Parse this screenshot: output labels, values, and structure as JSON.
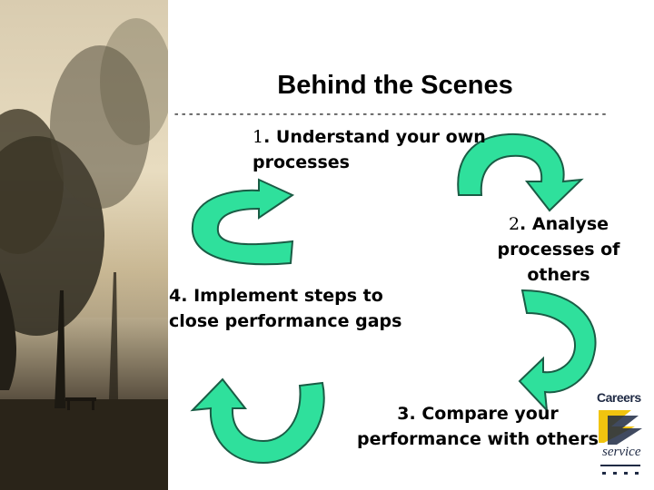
{
  "slide": {
    "title": "Behind the Scenes",
    "divider": "-------------------------------------------------------------"
  },
  "steps": {
    "step1": {
      "number": "1",
      "text": ". Understand your own processes"
    },
    "step2": {
      "number": "2",
      "text": ". Analyse processes of others"
    },
    "step3": {
      "number": "3",
      "text": ". Compare your performance with others"
    },
    "step4": {
      "number": "4",
      "text": ". Implement steps to close performance gaps"
    }
  },
  "logo": {
    "word1": "Careers",
    "word2": "service"
  },
  "colors": {
    "arrow_fill": "#2fe09c",
    "arrow_stroke": "#1a5c45",
    "accent_yellow": "#f1c40f",
    "accent_navy": "#1f2a44"
  }
}
